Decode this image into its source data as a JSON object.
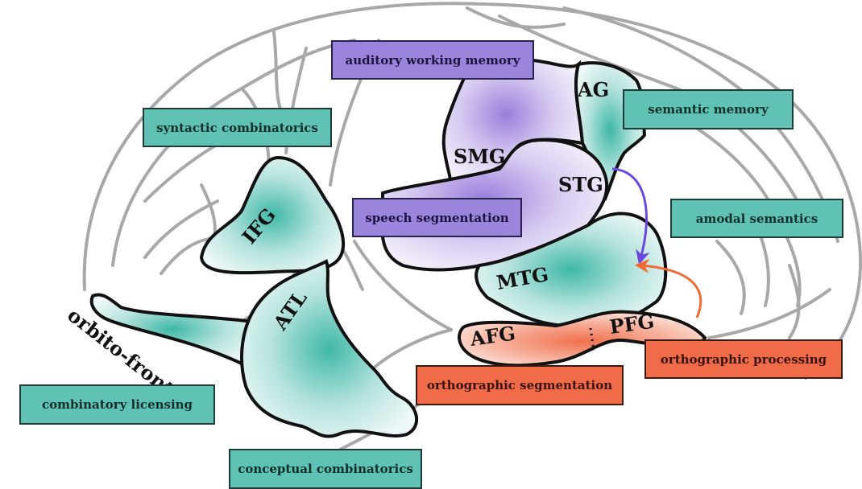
{
  "figure": "Brain language network schematic (left hemisphere, lateral view)",
  "colors": {
    "teal": "#5fc2b4",
    "purple": "#9986dc",
    "orange": "#f06b48",
    "sulci": "#a8a8a8",
    "outline": "#111111"
  },
  "regions": {
    "ag": "AG",
    "smg": "SMG",
    "stg": "STG",
    "mtg": "MTG",
    "ifg": "IFG",
    "atl": "ATL",
    "afg": "AFG",
    "pfg": "PFG",
    "orbito_frontal": "orbito-frontal"
  },
  "labels": {
    "auditory_working_memory": "auditory working memory",
    "syntactic_combinatorics": "syntactic combinatorics",
    "semantic_memory": "semantic memory",
    "speech_segmentation": "speech segmentation",
    "amodal_semantics": "amodal semantics",
    "orthographic_processing": "orthographic processing",
    "orthographic_segmentation": "orthographic segmentation",
    "combinatory_licensing": "combinatory licensing",
    "conceptual_combinatorics": "conceptual combinatorics"
  },
  "arrows": [
    {
      "from": "STG",
      "to": "MTG",
      "color": "purple"
    },
    {
      "from": "PFG",
      "to": "MTG",
      "color": "orange"
    }
  ]
}
